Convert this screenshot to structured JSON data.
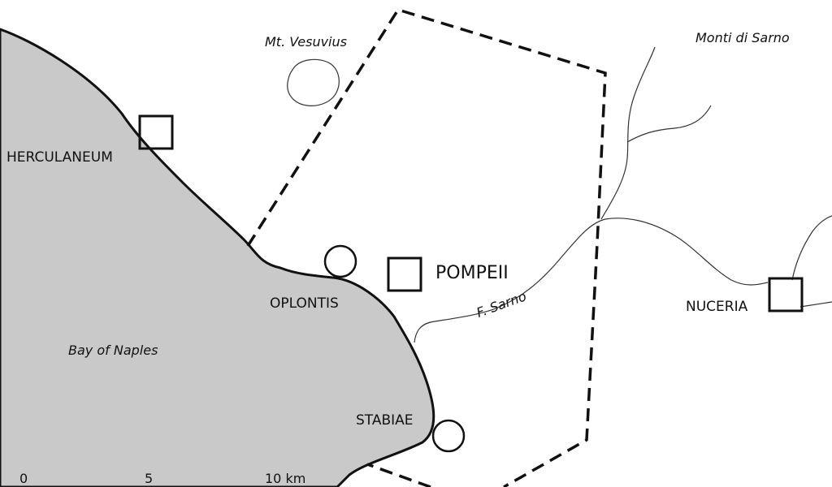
{
  "colors": {
    "sea": "#c9c9c9",
    "line": "#111111",
    "river": "#333333",
    "background": "#ffffff"
  },
  "sites": [
    {
      "id": "herculaneum",
      "label": "HERCULANEUM",
      "marker": "square"
    },
    {
      "id": "oplontis",
      "label": "OPLONTIS",
      "marker": "circle"
    },
    {
      "id": "pompeii",
      "label": "POMPEII",
      "marker": "square"
    },
    {
      "id": "stabiae",
      "label": "STABIAE",
      "marker": "circle"
    },
    {
      "id": "nuceria",
      "label": "NUCERIA",
      "marker": "square"
    }
  ],
  "features": {
    "vesuvius": "Mt. Vesuvius",
    "monti_di_sarno": "Monti di Sarno",
    "bay": "Bay of Naples",
    "river": "F. Sarno"
  },
  "scale_bar": {
    "ticks": [
      "0",
      "5",
      "10 km"
    ]
  }
}
